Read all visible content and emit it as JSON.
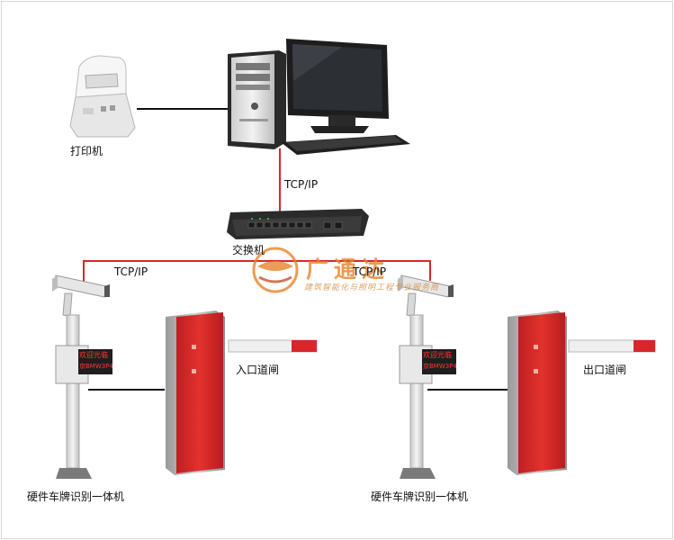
{
  "labels": {
    "printer": "打印机",
    "tcp_vertical": "TCP/IP",
    "switch": "交换机",
    "tcp_left": "TCP/IP",
    "tcp_right": "TCP/IP",
    "entry_barrier": "入口道闸",
    "exit_barrier": "出口道闸",
    "lpr_left": "硬件车牌识别一体机",
    "lpr_right": "硬件车牌识别一体机"
  },
  "display_text": {
    "line1": "欢迎光临",
    "line2": "京BMW3P4"
  },
  "watermark": {
    "title": "广通达",
    "subtitle": "建筑智能化与照明工程专业服务商"
  },
  "colors": {
    "network_line": "#d9262a",
    "link_line": "#111111",
    "barrier_red": "#d9262a",
    "watermark": "#e8842c"
  },
  "icons": [
    "printer-icon",
    "computer-icon",
    "network-switch-icon",
    "camera-icon",
    "barrier-gate-icon",
    "lpr-unit-icon"
  ]
}
